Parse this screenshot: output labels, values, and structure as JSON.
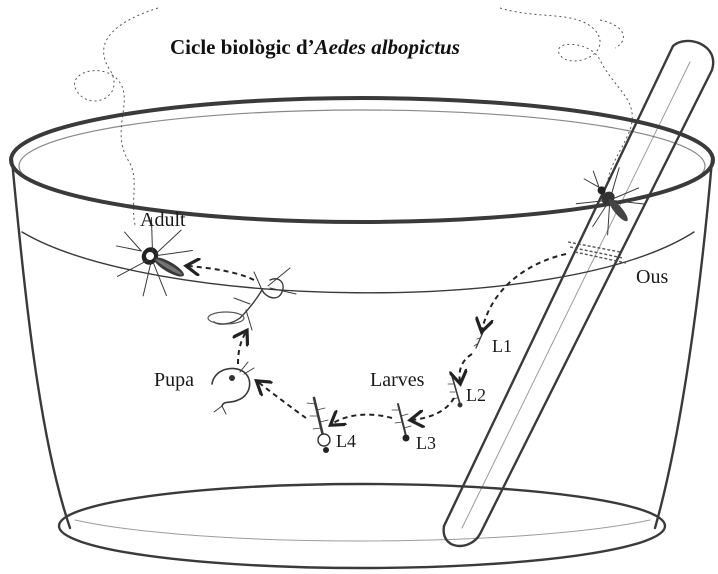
{
  "title": {
    "prefix": "Cicle biològic d’",
    "species": "Aedes albopictus"
  },
  "stages": {
    "adult": "Adult",
    "eggs": "Ous",
    "larvae": "Larves",
    "pupa": "Pupa",
    "l1": "L1",
    "l2": "L2",
    "l3": "L3",
    "l4": "L4"
  }
}
